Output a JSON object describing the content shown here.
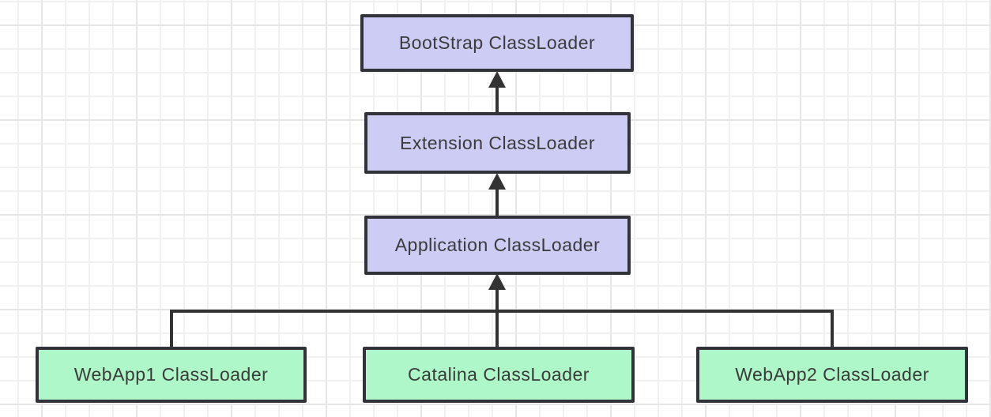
{
  "diagram": {
    "nodes": {
      "bootstrap": {
        "label": "BootStrap ClassLoader",
        "fill": "purple"
      },
      "extension": {
        "label": "Extension ClassLoader",
        "fill": "purple"
      },
      "application": {
        "label": "Application ClassLoader",
        "fill": "purple"
      },
      "webapp1": {
        "label": "WebApp1 ClassLoader",
        "fill": "green"
      },
      "catalina": {
        "label": "Catalina ClassLoader",
        "fill": "green"
      },
      "webapp2": {
        "label": "WebApp2 ClassLoader",
        "fill": "green"
      }
    },
    "edges": [
      {
        "from": "extension",
        "to": "bootstrap",
        "style": "arrow-up"
      },
      {
        "from": "application",
        "to": "extension",
        "style": "arrow-up"
      },
      {
        "from": "catalina",
        "to": "application",
        "style": "arrow-up"
      },
      {
        "from": "webapp1",
        "to": "application",
        "style": "elbow-join"
      },
      {
        "from": "webapp2",
        "to": "application",
        "style": "elbow-join"
      }
    ]
  },
  "colors": {
    "canvas_bg": "#ffffff",
    "grid_minor": "#f1f1f1",
    "grid_major": "#e6e6e6",
    "node_fill_purple": "#ccccf5",
    "node_fill_green": "#aef7c9",
    "node_border": "#32323a",
    "connector": "#333333",
    "text": "#3b3b3b"
  }
}
